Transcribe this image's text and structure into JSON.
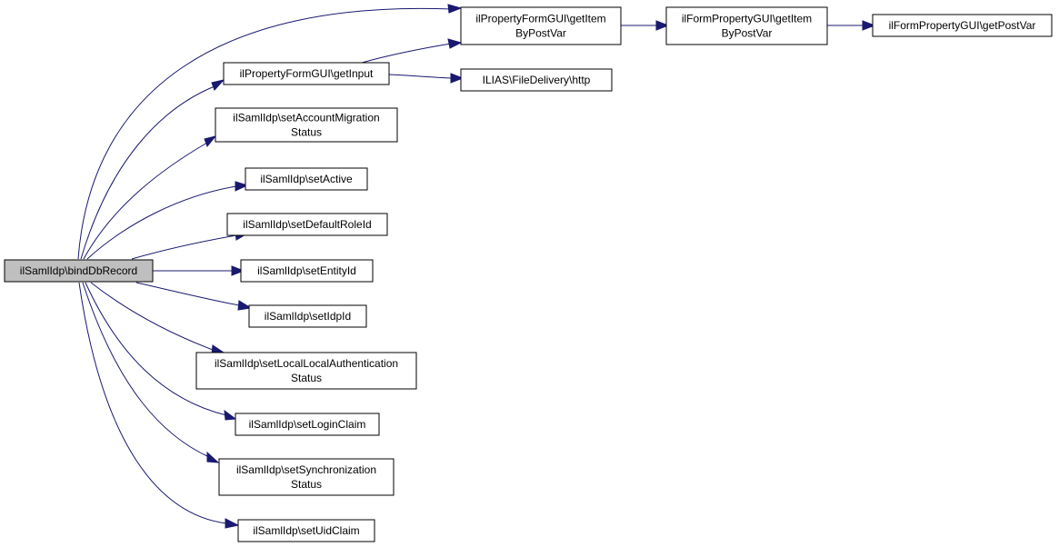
{
  "colors": {
    "edge": "#191970",
    "node_fill": "#ffffff",
    "root_fill": "#bfbfbf",
    "node_border": "#000000"
  },
  "nodes": {
    "root": [
      "ilSamlIdp\\bindDbRecord"
    ],
    "get_item_by_post_var": [
      "ilPropertyFormGUI\\getItem",
      "ByPostVar"
    ],
    "get_input": [
      "ilPropertyFormGUI\\getInput"
    ],
    "form_property_get_item": [
      "ilFormPropertyGUI\\getItem",
      "ByPostVar"
    ],
    "get_post_var": [
      "ilFormPropertyGUI\\getPostVar"
    ],
    "file_delivery_http": [
      "ILIAS\\FileDelivery\\http"
    ],
    "set_account_migration_status": [
      "ilSamlIdp\\setAccountMigration",
      "Status"
    ],
    "set_active": [
      "ilSamlIdp\\setActive"
    ],
    "set_default_role_id": [
      "ilSamlIdp\\setDefaultRoleId"
    ],
    "set_entity_id": [
      "ilSamlIdp\\setEntityId"
    ],
    "set_idp_id": [
      "ilSamlIdp\\setIdpId"
    ],
    "set_local_local_authentication_status": [
      "ilSamlIdp\\setLocalLocalAuthentication",
      "Status"
    ],
    "set_login_claim": [
      "ilSamlIdp\\setLoginClaim"
    ],
    "set_synchronization_status": [
      "ilSamlIdp\\setSynchronization",
      "Status"
    ],
    "set_uid_claim": [
      "ilSamlIdp\\setUidClaim"
    ]
  },
  "edges": [
    [
      "root",
      "get_item_by_post_var"
    ],
    [
      "root",
      "get_input"
    ],
    [
      "root",
      "set_account_migration_status"
    ],
    [
      "root",
      "set_active"
    ],
    [
      "root",
      "set_default_role_id"
    ],
    [
      "root",
      "set_entity_id"
    ],
    [
      "root",
      "set_idp_id"
    ],
    [
      "root",
      "set_local_local_authentication_status"
    ],
    [
      "root",
      "set_login_claim"
    ],
    [
      "root",
      "set_synchronization_status"
    ],
    [
      "root",
      "set_uid_claim"
    ],
    [
      "get_input",
      "get_item_by_post_var"
    ],
    [
      "get_input",
      "file_delivery_http"
    ],
    [
      "get_item_by_post_var",
      "form_property_get_item"
    ],
    [
      "form_property_get_item",
      "get_post_var"
    ]
  ]
}
